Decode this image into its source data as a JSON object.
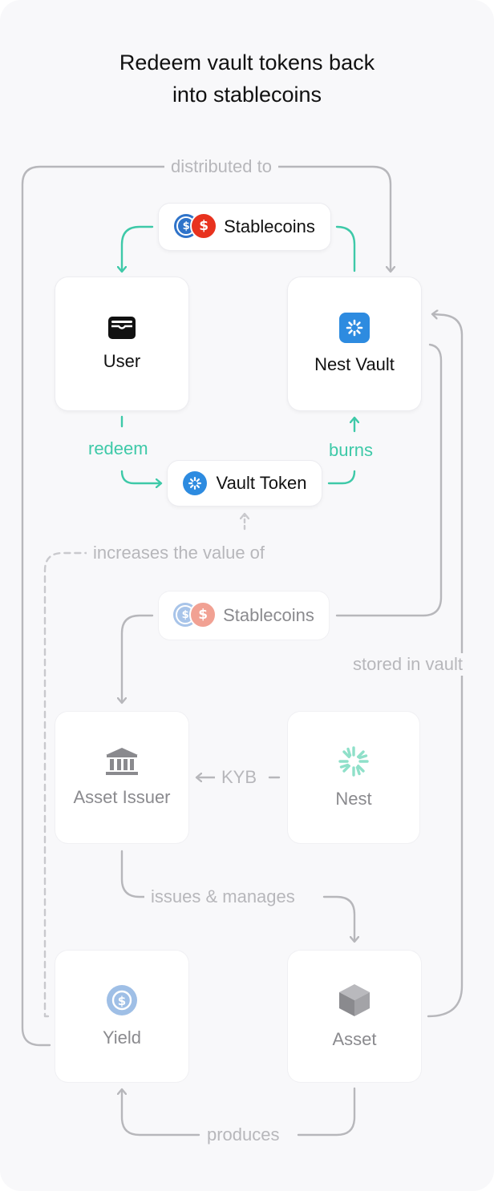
{
  "title": {
    "line1": "Redeem vault tokens back",
    "line2": "into stablecoins"
  },
  "nodes": {
    "stablecoins_top": "Stablecoins",
    "user": "User",
    "nest_vault": "Nest Vault",
    "vault_token": "Vault Token",
    "stablecoins_mid": "Stablecoins",
    "asset_issuer": "Asset Issuer",
    "nest": "Nest",
    "yield": "Yield",
    "asset": "Asset"
  },
  "edges": {
    "distributed_to": "distributed to",
    "redeem": "redeem",
    "burns": "burns",
    "increases_value": "increases the value of",
    "stored_in_vault": "stored in vault",
    "kyb": "KYB",
    "issues_manages": "issues & manages",
    "produces": "produces"
  },
  "colors": {
    "accent": "#3ec9a8",
    "muted": "#b7b7bb",
    "vault_blue": "#2d8be0",
    "usdc_blue": "#2f73c9",
    "dollar_red": "#e8321e"
  },
  "icons": {
    "user": "wallet-icon",
    "nest_vault": "vault-flower-icon",
    "vault_token": "vault-token-icon",
    "asset_issuer": "bank-icon",
    "nest": "nest-sunburst-icon",
    "yield": "dollar-coin-icon",
    "asset": "cube-icon"
  }
}
